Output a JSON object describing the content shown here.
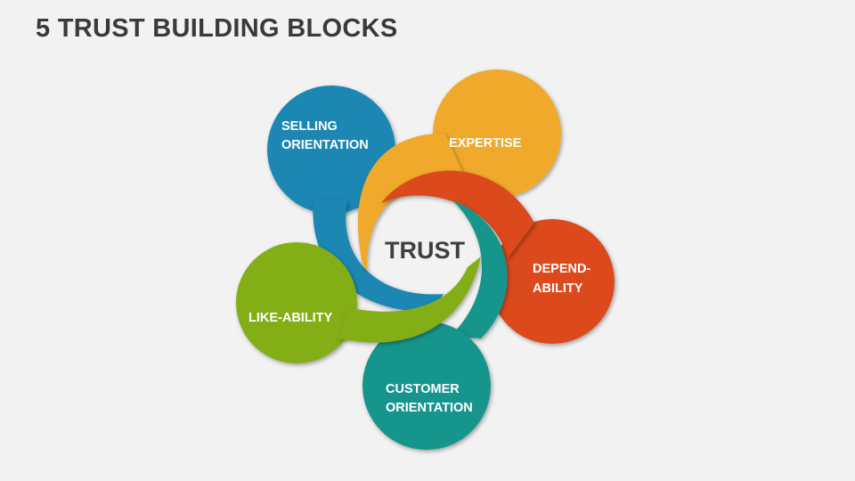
{
  "title": "5 TRUST BUILDING BLOCKS",
  "center_label": "TRUST",
  "blocks": [
    {
      "id": "selling",
      "lines": [
        "SELLING",
        "ORIENTATION"
      ],
      "color": "#1a87b3"
    },
    {
      "id": "expertise",
      "lines": [
        "EXPERTISE"
      ],
      "color": "#f0a92a"
    },
    {
      "id": "dependability",
      "lines": [
        "DEPEND-",
        "ABILITY"
      ],
      "color": "#db4a1d"
    },
    {
      "id": "customer",
      "lines": [
        "CUSTOMER",
        "ORIENTATION"
      ],
      "color": "#13958d"
    },
    {
      "id": "likeability",
      "lines": [
        "LIKE-ABILITY"
      ],
      "color": "#84ae18"
    }
  ]
}
